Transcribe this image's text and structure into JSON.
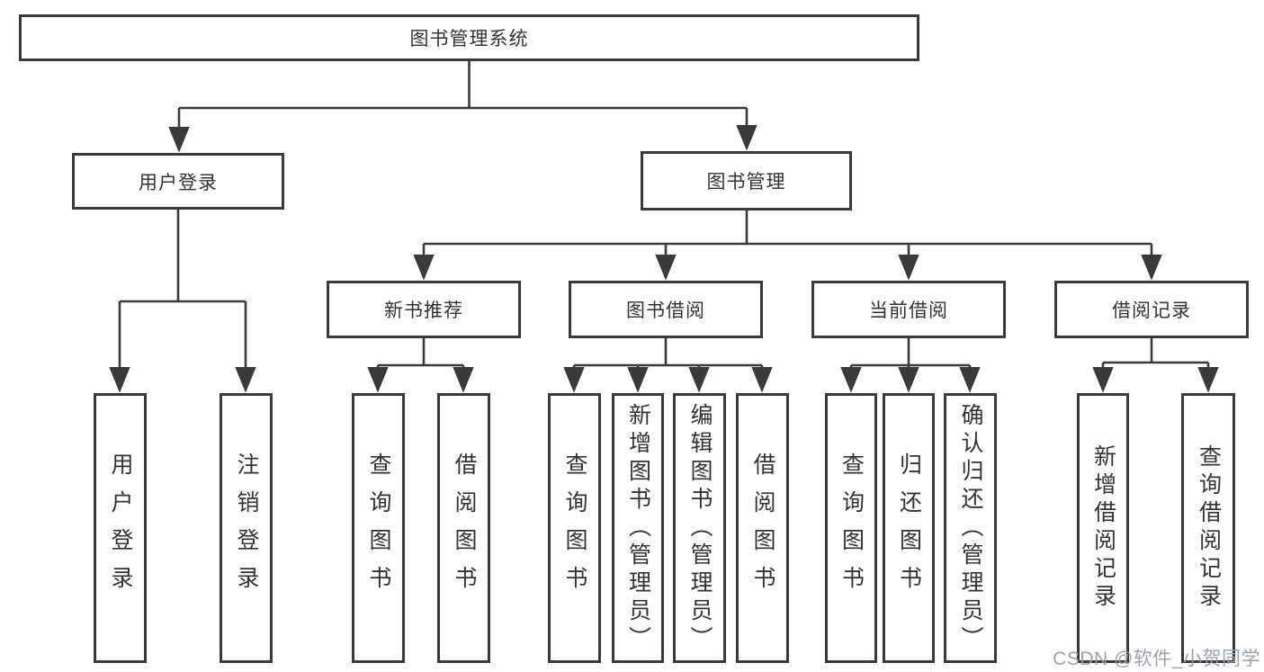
{
  "diagram": {
    "root": "图书管理系统",
    "level2": [
      "用户登录",
      "图书管理"
    ],
    "level3": [
      "新书推荐",
      "图书借阅",
      "当前借阅",
      "借阅记录"
    ],
    "leaves": {
      "user_login": [
        "用户登录",
        "注销登录"
      ],
      "new_book": [
        "查询图书",
        "借阅图书"
      ],
      "book_borrow": [
        "查询图书",
        "新增图书（管理员）",
        "编辑图书（管理员）",
        "借阅图书"
      ],
      "current_borrow": [
        "查询图书",
        "归还图书",
        "确认归还（管理员）"
      ],
      "borrow_record": [
        "新增借阅记录",
        "查询借阅记录"
      ]
    }
  },
  "watermark": {
    "text": "CSDN @软件_小贺同学"
  },
  "colors": {
    "line": "#3a3a3a",
    "box_border": "#3a3a3a",
    "text": "#333333",
    "watermark": "#989da8",
    "background": "#ffffff"
  }
}
